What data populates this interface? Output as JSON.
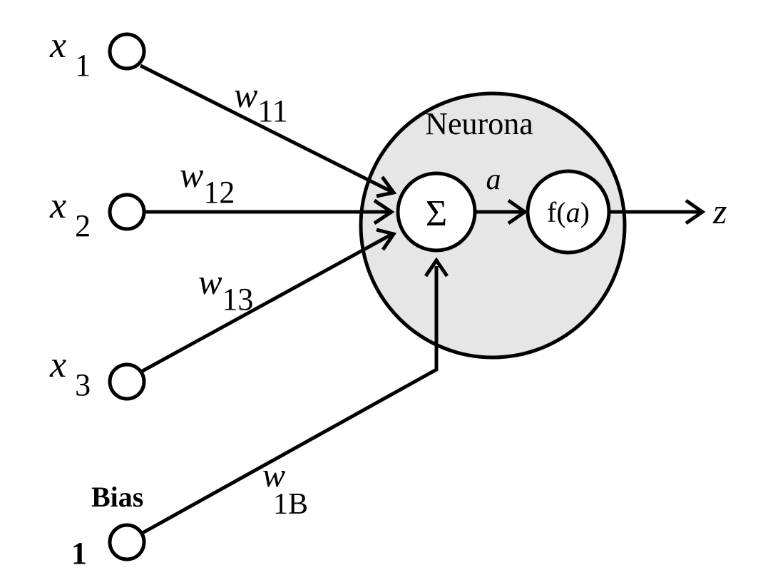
{
  "diagram": {
    "title": "Neurona",
    "colors": {
      "neuron_fill": "#e6e6e6",
      "stroke": "#000000",
      "background": "#ffffff"
    },
    "inputs": [
      {
        "var": "x",
        "sub": "1",
        "weight": "w",
        "weight_sub": "11"
      },
      {
        "var": "x",
        "sub": "2",
        "weight": "w",
        "weight_sub": "12"
      },
      {
        "var": "x",
        "sub": "3",
        "weight": "w",
        "weight_sub": "13"
      }
    ],
    "bias": {
      "label": "Bias",
      "value": "1",
      "weight": "w",
      "weight_sub": "1B"
    },
    "sum_symbol": "Σ",
    "activation_var": "a",
    "activation_func": {
      "name": "f(",
      "arg": "a",
      "close": ")"
    },
    "output": "z"
  }
}
